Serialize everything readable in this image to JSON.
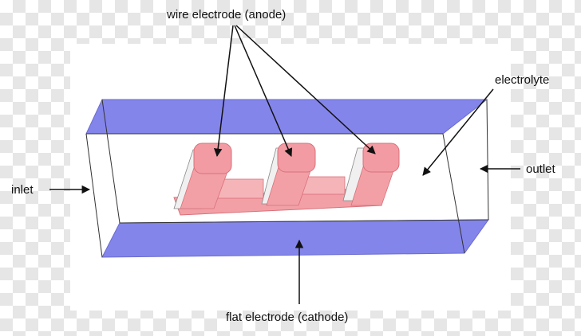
{
  "labels": {
    "anode": "wire electrode (anode)",
    "electrolyte": "electrolyte",
    "inlet": "inlet",
    "outlet": "outlet",
    "cathode": "flat electrode (cathode)"
  },
  "colors": {
    "cathode_plate": "#8485ea",
    "anode_wire": "#f2a0a6",
    "anode_wire_dark": "#e88088",
    "background_panel": "#ffffff",
    "checker": "#e6e6e6"
  }
}
